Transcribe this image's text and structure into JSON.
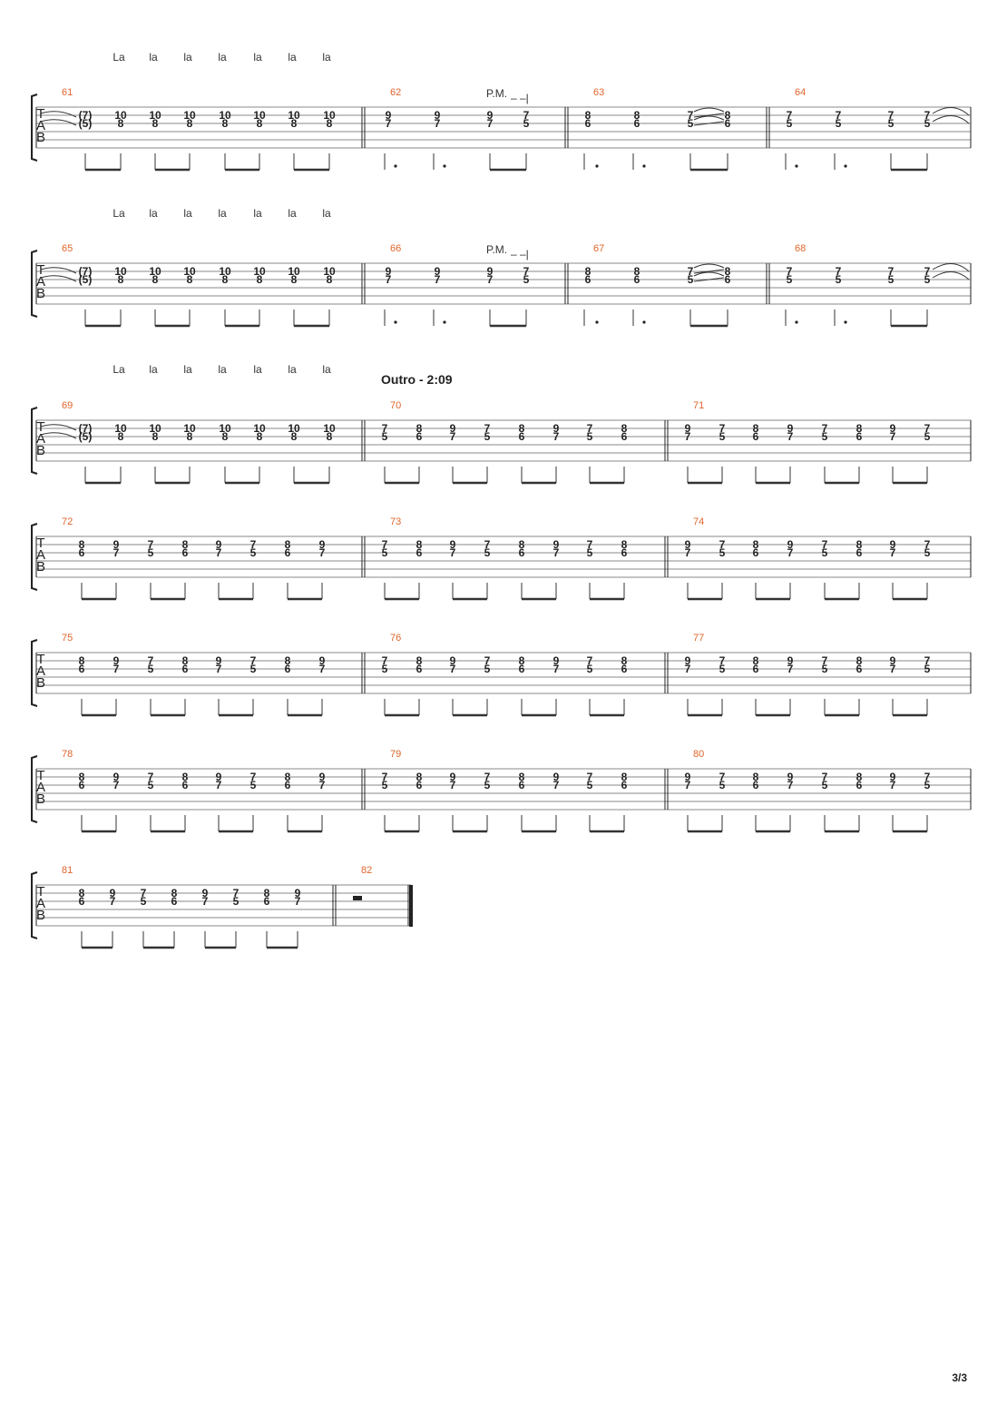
{
  "page": {
    "number": "3/3"
  },
  "tab_clef": [
    "T",
    "A",
    "B"
  ],
  "section": {
    "title": "Outro - 2:09"
  },
  "palm_mute": {
    "label": "P.M.",
    "dashes": "– –|"
  },
  "lyrics": [
    "La",
    "la",
    "la",
    "la",
    "la",
    "la",
    "la"
  ],
  "measures": [
    {
      "number": "61",
      "notes": [
        [
          "(7)",
          "(5)"
        ],
        [
          "10",
          "8"
        ],
        [
          "10",
          "8"
        ],
        [
          "10",
          "8"
        ],
        [
          "10",
          "8"
        ],
        [
          "10",
          "8"
        ],
        [
          "10",
          "8"
        ],
        [
          "10",
          "8"
        ]
      ]
    },
    {
      "number": "62",
      "notes": [
        [
          "9",
          "7"
        ],
        [
          "9",
          "7"
        ],
        [
          "9",
          "7"
        ],
        [
          "7",
          "5"
        ]
      ]
    },
    {
      "number": "63",
      "notes": [
        [
          "8",
          "6"
        ],
        [
          "8",
          "6"
        ],
        [
          "7",
          "5"
        ],
        [
          "8",
          "6"
        ]
      ]
    },
    {
      "number": "64",
      "notes": [
        [
          "7",
          "5"
        ],
        [
          "7",
          "5"
        ],
        [
          "7",
          "5"
        ],
        [
          "7",
          "5"
        ]
      ]
    },
    {
      "number": "65",
      "notes": [
        [
          "(7)",
          "(5)"
        ],
        [
          "10",
          "8"
        ],
        [
          "10",
          "8"
        ],
        [
          "10",
          "8"
        ],
        [
          "10",
          "8"
        ],
        [
          "10",
          "8"
        ],
        [
          "10",
          "8"
        ],
        [
          "10",
          "8"
        ]
      ]
    },
    {
      "number": "66",
      "notes": [
        [
          "9",
          "7"
        ],
        [
          "9",
          "7"
        ],
        [
          "9",
          "7"
        ],
        [
          "7",
          "5"
        ]
      ]
    },
    {
      "number": "67",
      "notes": [
        [
          "8",
          "6"
        ],
        [
          "8",
          "6"
        ],
        [
          "7",
          "5"
        ],
        [
          "8",
          "6"
        ]
      ]
    },
    {
      "number": "68",
      "notes": [
        [
          "7",
          "5"
        ],
        [
          "7",
          "5"
        ],
        [
          "7",
          "5"
        ],
        [
          "7",
          "5"
        ]
      ]
    },
    {
      "number": "69",
      "notes": [
        [
          "(7)",
          "(5)"
        ],
        [
          "10",
          "8"
        ],
        [
          "10",
          "8"
        ],
        [
          "10",
          "8"
        ],
        [
          "10",
          "8"
        ],
        [
          "10",
          "8"
        ],
        [
          "10",
          "8"
        ],
        [
          "10",
          "8"
        ]
      ]
    },
    {
      "number": "70",
      "notes": [
        [
          "7",
          "5"
        ],
        [
          "8",
          "6"
        ],
        [
          "9",
          "7"
        ],
        [
          "7",
          "5"
        ],
        [
          "8",
          "6"
        ],
        [
          "9",
          "7"
        ],
        [
          "7",
          "5"
        ],
        [
          "8",
          "6"
        ]
      ]
    },
    {
      "number": "71",
      "notes": [
        [
          "9",
          "7"
        ],
        [
          "7",
          "5"
        ],
        [
          "8",
          "6"
        ],
        [
          "9",
          "7"
        ],
        [
          "7",
          "5"
        ],
        [
          "8",
          "6"
        ],
        [
          "9",
          "7"
        ],
        [
          "7",
          "5"
        ]
      ]
    },
    {
      "number": "72",
      "notes": [
        [
          "8",
          "6"
        ],
        [
          "9",
          "7"
        ],
        [
          "7",
          "5"
        ],
        [
          "8",
          "6"
        ],
        [
          "9",
          "7"
        ],
        [
          "7",
          "5"
        ],
        [
          "8",
          "6"
        ],
        [
          "9",
          "7"
        ]
      ]
    },
    {
      "number": "73",
      "notes": [
        [
          "7",
          "5"
        ],
        [
          "8",
          "6"
        ],
        [
          "9",
          "7"
        ],
        [
          "7",
          "5"
        ],
        [
          "8",
          "6"
        ],
        [
          "9",
          "7"
        ],
        [
          "7",
          "5"
        ],
        [
          "8",
          "6"
        ]
      ]
    },
    {
      "number": "74",
      "notes": [
        [
          "9",
          "7"
        ],
        [
          "7",
          "5"
        ],
        [
          "8",
          "6"
        ],
        [
          "9",
          "7"
        ],
        [
          "7",
          "5"
        ],
        [
          "8",
          "6"
        ],
        [
          "9",
          "7"
        ],
        [
          "7",
          "5"
        ]
      ]
    },
    {
      "number": "75",
      "notes": [
        [
          "8",
          "6"
        ],
        [
          "9",
          "7"
        ],
        [
          "7",
          "5"
        ],
        [
          "8",
          "6"
        ],
        [
          "9",
          "7"
        ],
        [
          "7",
          "5"
        ],
        [
          "8",
          "6"
        ],
        [
          "9",
          "7"
        ]
      ]
    },
    {
      "number": "76",
      "notes": [
        [
          "7",
          "5"
        ],
        [
          "8",
          "6"
        ],
        [
          "9",
          "7"
        ],
        [
          "7",
          "5"
        ],
        [
          "8",
          "6"
        ],
        [
          "9",
          "7"
        ],
        [
          "7",
          "5"
        ],
        [
          "8",
          "6"
        ]
      ]
    },
    {
      "number": "77",
      "notes": [
        [
          "9",
          "7"
        ],
        [
          "7",
          "5"
        ],
        [
          "8",
          "6"
        ],
        [
          "9",
          "7"
        ],
        [
          "7",
          "5"
        ],
        [
          "8",
          "6"
        ],
        [
          "9",
          "7"
        ],
        [
          "7",
          "5"
        ]
      ]
    },
    {
      "number": "78",
      "notes": [
        [
          "8",
          "6"
        ],
        [
          "9",
          "7"
        ],
        [
          "7",
          "5"
        ],
        [
          "8",
          "6"
        ],
        [
          "9",
          "7"
        ],
        [
          "7",
          "5"
        ],
        [
          "8",
          "6"
        ],
        [
          "9",
          "7"
        ]
      ]
    },
    {
      "number": "79",
      "notes": [
        [
          "7",
          "5"
        ],
        [
          "8",
          "6"
        ],
        [
          "9",
          "7"
        ],
        [
          "7",
          "5"
        ],
        [
          "8",
          "6"
        ],
        [
          "9",
          "7"
        ],
        [
          "7",
          "5"
        ],
        [
          "8",
          "6"
        ]
      ]
    },
    {
      "number": "80",
      "notes": [
        [
          "9",
          "7"
        ],
        [
          "7",
          "5"
        ],
        [
          "8",
          "6"
        ],
        [
          "9",
          "7"
        ],
        [
          "7",
          "5"
        ],
        [
          "8",
          "6"
        ],
        [
          "9",
          "7"
        ],
        [
          "7",
          "5"
        ]
      ]
    },
    {
      "number": "81",
      "notes": [
        [
          "8",
          "6"
        ],
        [
          "9",
          "7"
        ],
        [
          "7",
          "5"
        ],
        [
          "8",
          "6"
        ],
        [
          "9",
          "7"
        ],
        [
          "7",
          "5"
        ],
        [
          "8",
          "6"
        ],
        [
          "9",
          "7"
        ]
      ]
    },
    {
      "number": "82",
      "notes": []
    }
  ]
}
